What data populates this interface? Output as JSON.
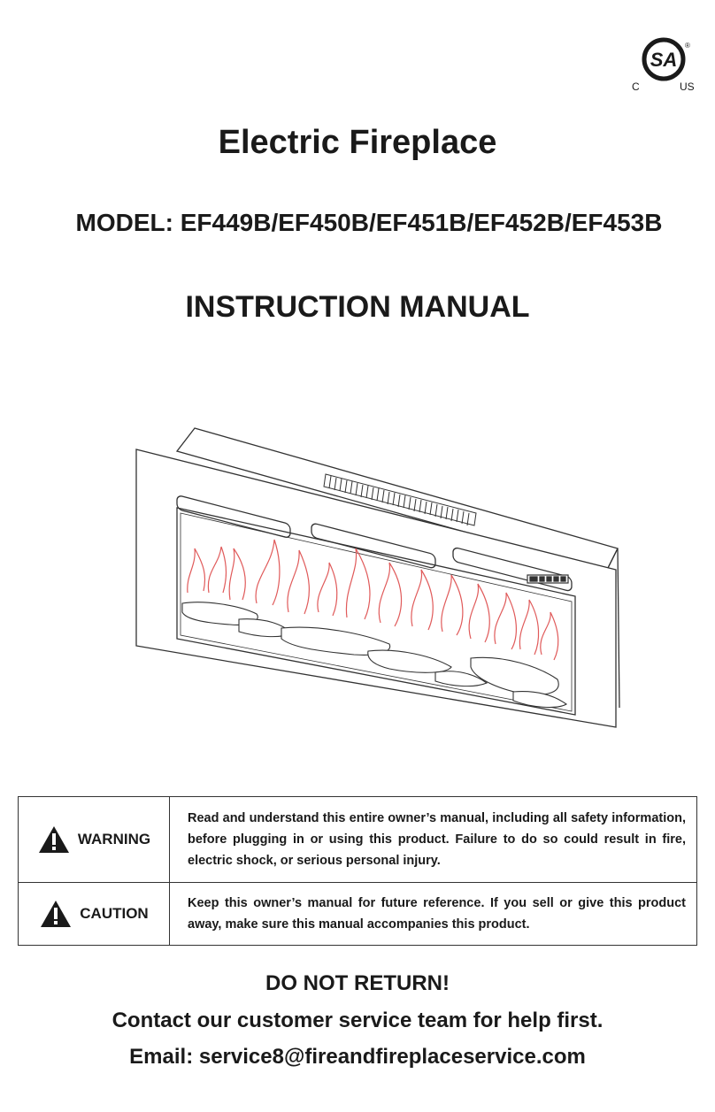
{
  "cert": {
    "c": "C",
    "us": "US",
    "reg": "®",
    "logo": "SA"
  },
  "title": "Electric Fireplace",
  "model": "MODEL: EF449B/EF450B/EF451B/EF452B/EF453B",
  "manual_title": "INSTRUCTION MANUAL",
  "notices": [
    {
      "label": "WARNING",
      "icon": "warning-triangle-icon",
      "text": "Read and understand this entire owner’s manual, including all safety information, before plugging in or using this product. Failure to do so could result in fire, electric shock, or serious personal injury."
    },
    {
      "label": "CAUTION",
      "icon": "warning-triangle-icon",
      "text": "Keep this owner’s manual for future reference.  If you sell or give this product away, make sure this manual accompanies this product."
    }
  ],
  "footer": {
    "do_not_return": "DO NOT RETURN!",
    "contact": "Contact our customer service team for help first.",
    "email": "Email: service8@fireandfireplaceservice.com"
  },
  "colors": {
    "flame": "#e05a5a",
    "line": "#333333"
  }
}
